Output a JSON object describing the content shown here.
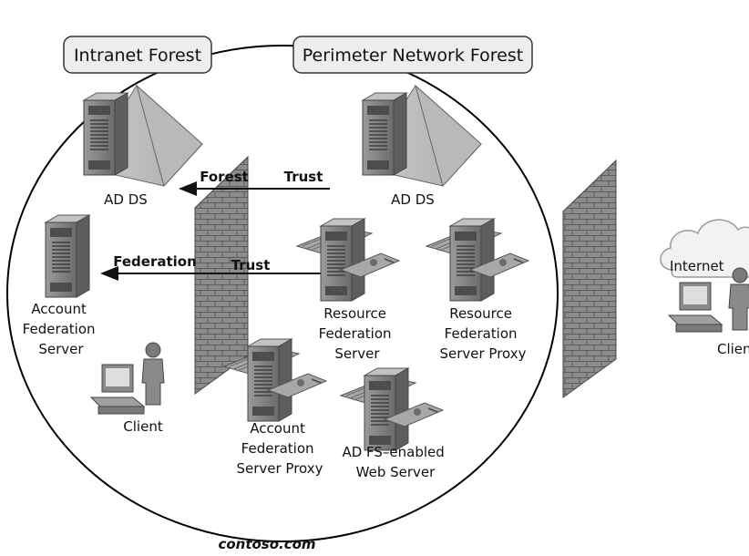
{
  "forests": {
    "intranet": "Intranet Forest",
    "perimeter": "Perimeter Network Forest"
  },
  "trusts": {
    "forest_left": "Forest",
    "forest_right": "Trust",
    "federation_left": "Federation",
    "federation_right": "Trust"
  },
  "nodes": {
    "ad_ds_intranet": [
      "AD DS"
    ],
    "ad_ds_perimeter": [
      "AD DS"
    ],
    "account_fs": [
      "Account",
      "Federation",
      "Server"
    ],
    "client_intranet": [
      "Client"
    ],
    "resource_fs": [
      "Resource",
      "Federation",
      "Server"
    ],
    "resource_fs_proxy": [
      "Resource",
      "Federation",
      "Server Proxy"
    ],
    "account_fs_proxy": [
      "Account",
      "Federation",
      "Server Proxy"
    ],
    "adfs_web": [
      "AD FS–enabled",
      "Web Server"
    ],
    "internet": [
      "Internet"
    ],
    "client_internet": [
      "Clien"
    ]
  },
  "domain": "contoso.com"
}
